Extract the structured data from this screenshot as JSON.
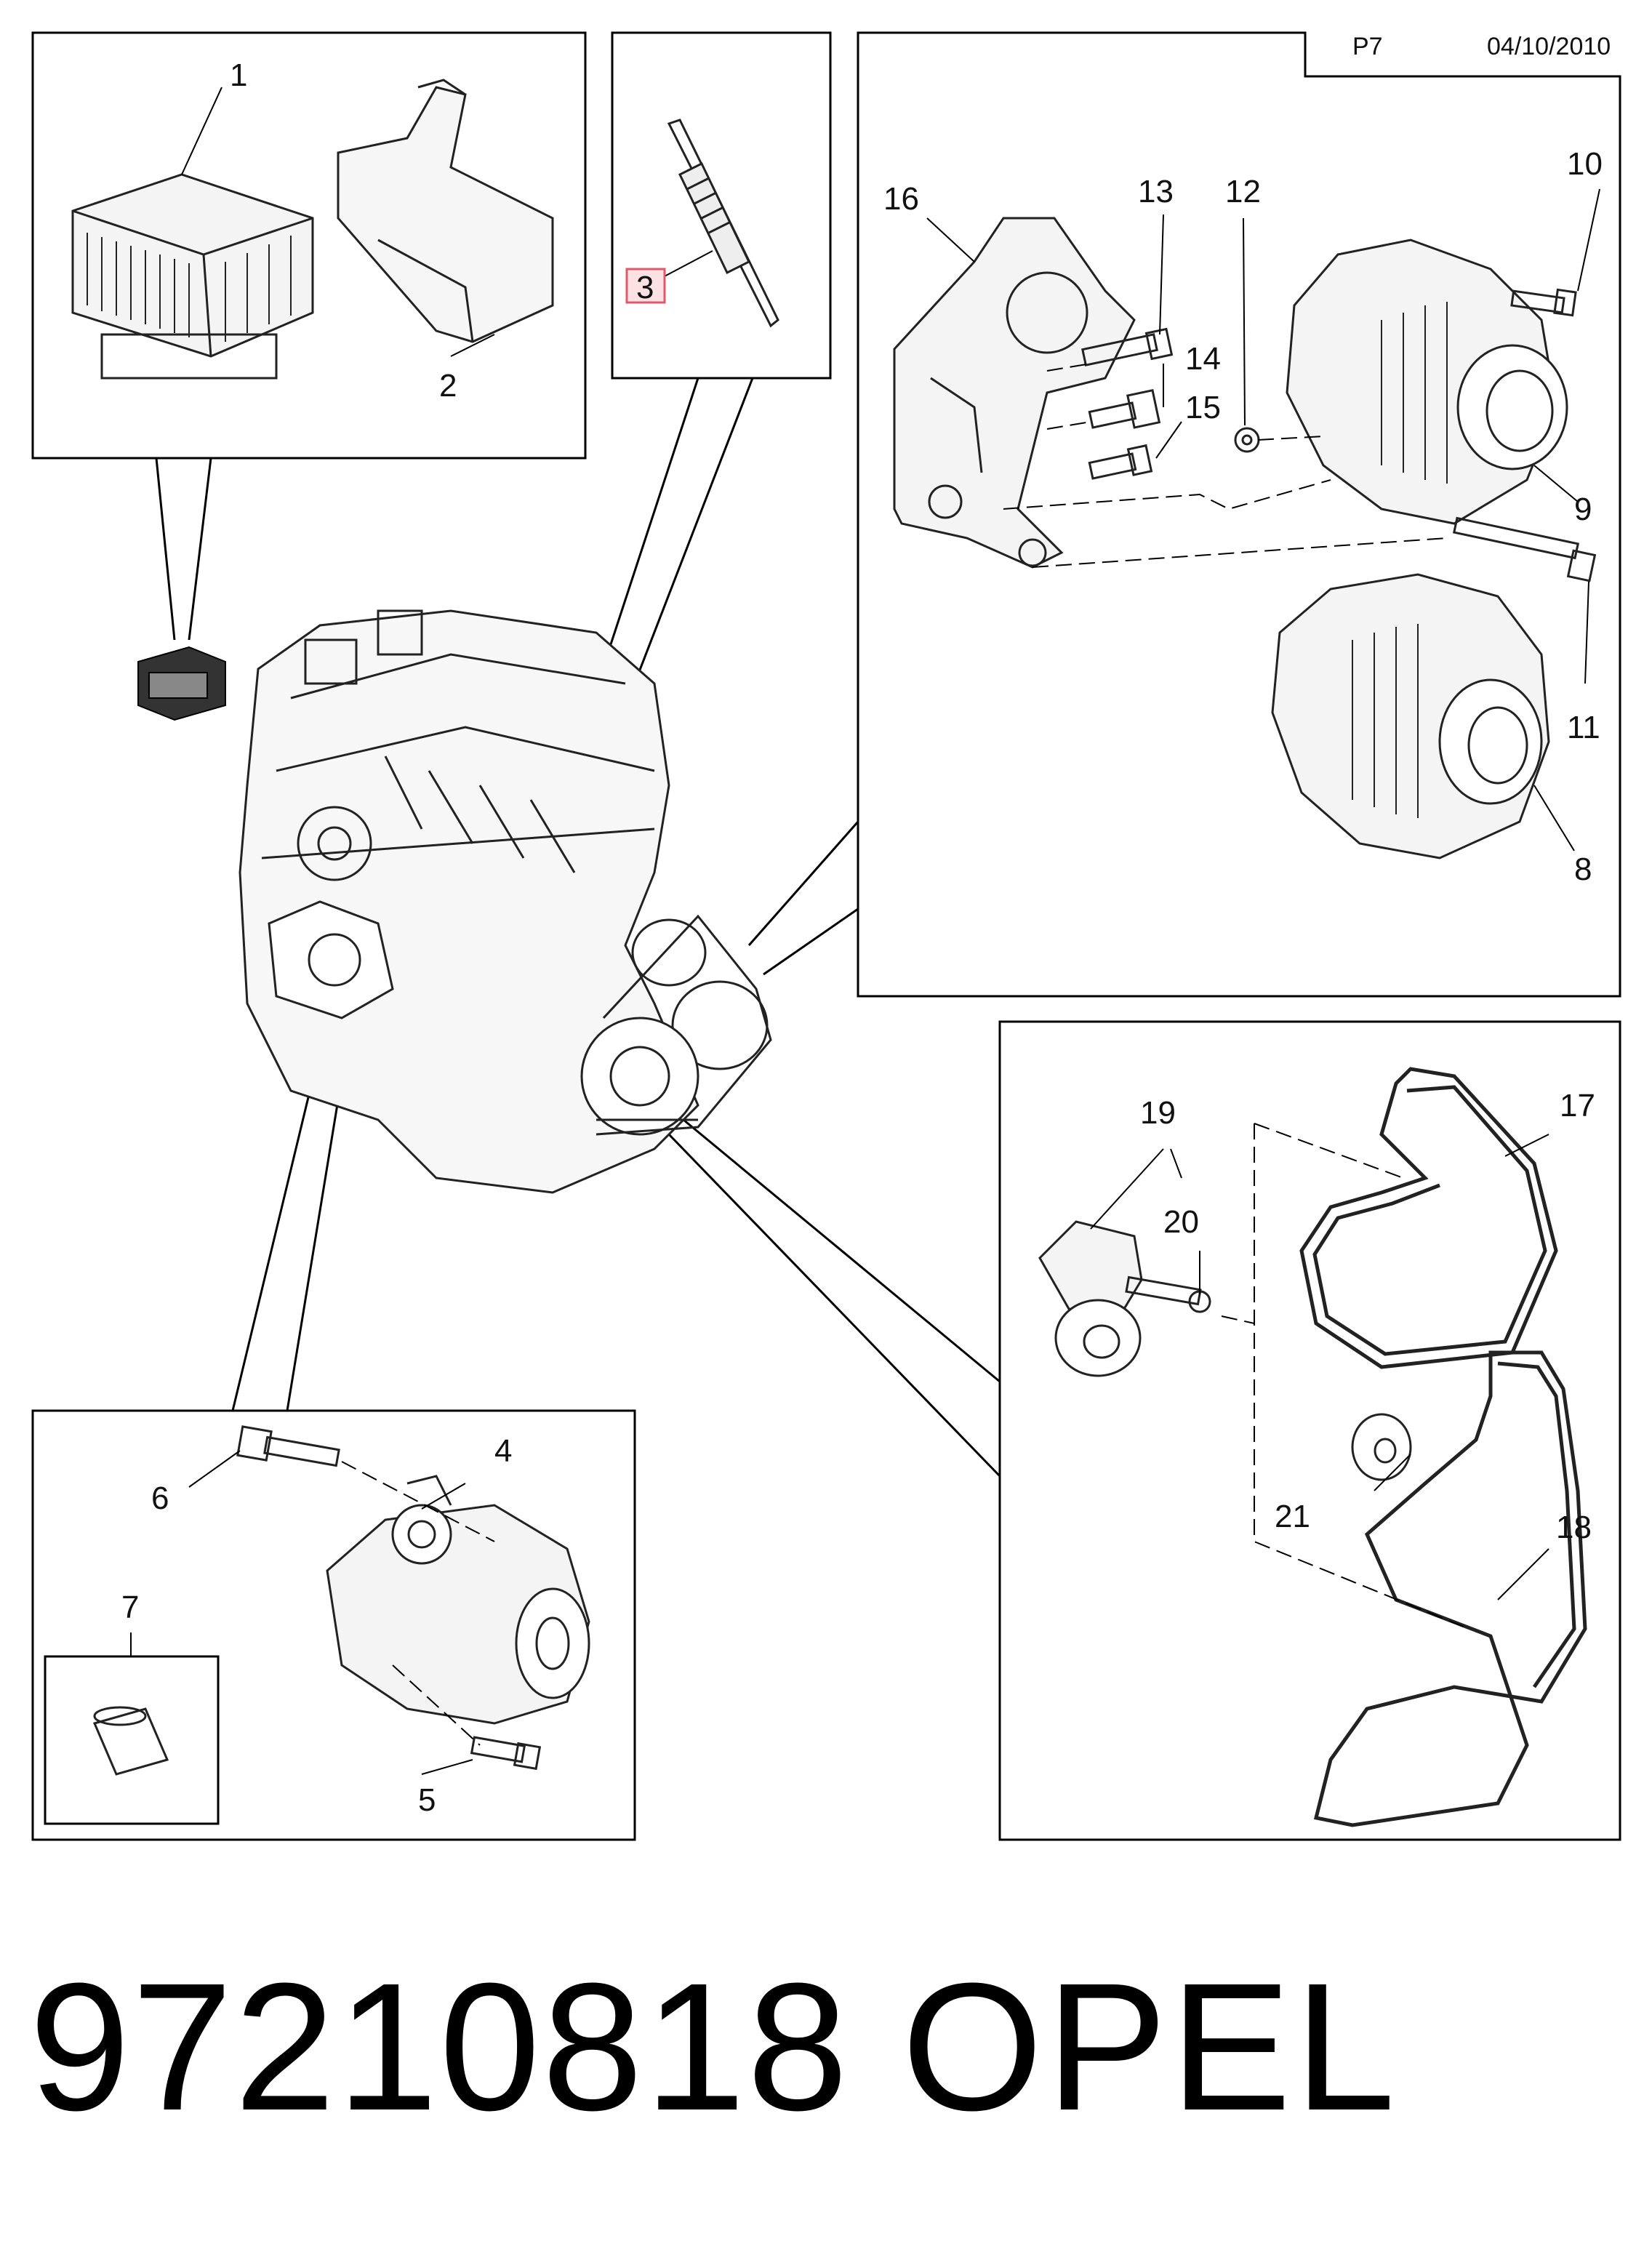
{
  "header": {
    "page": "P7",
    "date": "04/10/2010"
  },
  "footer": {
    "part_number": "97210818",
    "brand": "OPEL"
  },
  "highlight_color": "#e05a6a",
  "callouts": [
    "1",
    "2",
    "3",
    "4",
    "5",
    "6",
    "7",
    "8",
    "9",
    "10",
    "11",
    "12",
    "13",
    "14",
    "15",
    "16",
    "17",
    "18",
    "19",
    "20",
    "21"
  ],
  "highlighted_callout": "3"
}
